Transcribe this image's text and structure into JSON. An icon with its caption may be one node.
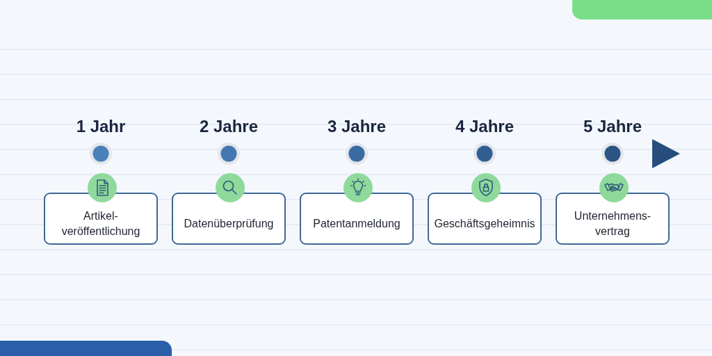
{
  "diagram": {
    "nodes": [
      {
        "text": [
          "Artikel-veröffentlichung"
        ],
        "beside": [
          "1 Jahr"
        ]
      },
      {
        "text": [
          "Datenüberprüfung"
        ],
        "beside": [
          "2 Jahre"
        ]
      },
      {
        "text": [
          "Patentanmeldung"
        ],
        "beside": [
          "3 Jahre"
        ]
      },
      {
        "text": [
          "Geschäftsgeheimnis"
        ],
        "beside": [
          "4 Jahre"
        ]
      },
      {
        "text": [
          "Unternehmens-vertrag"
        ],
        "beside": [
          "5 Jahre"
        ]
      }
    ]
  }
}
